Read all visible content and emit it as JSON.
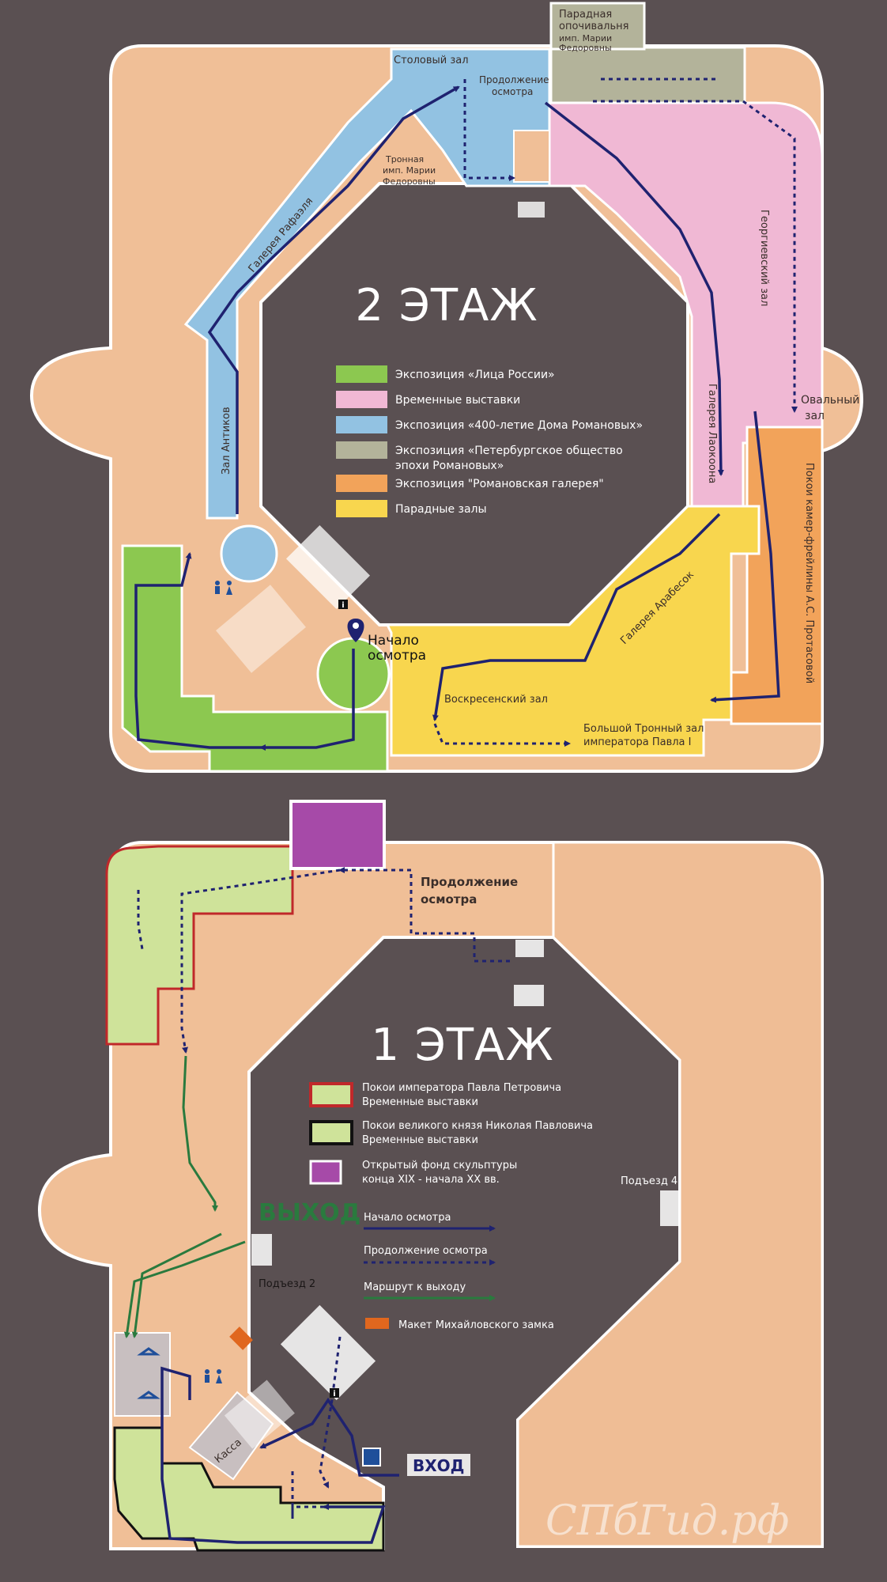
{
  "floor2": {
    "title": "2 ЭТАЖ",
    "start_label_1": "Начало",
    "start_label_2": "осмотра",
    "rooms": {
      "stolovy": "Столовый зал",
      "opochivalnya_1": "Парадная",
      "opochivalnya_2": "опочивальня",
      "opochivalnya_3": "имп. Марии",
      "opochivalnya_4": "Федоровны",
      "continue_1": "Продолжение",
      "continue_2": "осмотра",
      "tronnaya_1": "Тронная",
      "tronnaya_2": "имп. Марии",
      "tronnaya_3": "Федоровны",
      "rafael": "Галерея Рафаэля",
      "antikov": "Зал Антиков",
      "georgievsky": "Георгиевский зал",
      "ovalny_1": "Овальный",
      "ovalny_2": "зал",
      "laokoon": "Галерея Лаокоона",
      "protasova": "Покои камер-фрейлины А.С. Протасовой",
      "arabesok": "Галерея Арабесок",
      "voskresensky": "Воскресенский зал",
      "bolshoy_1": "Большой Тронный зал",
      "bolshoy_2": "императора Павла I"
    },
    "legend": [
      {
        "label": "Экспозиция «Лица России»",
        "color": "#8cc850"
      },
      {
        "label": "Временные выставки",
        "color": "#f0b8d4"
      },
      {
        "label": "Экспозиция «400-летие Дома Романовых»",
        "color": "#92c2e2"
      },
      {
        "label": "Экспозиция «Петербургское общество",
        "label2": "эпохи Романовых»",
        "color": "#b3b39a"
      },
      {
        "label": "Экспозиция \"Романовская галерея\"",
        "color": "#f2a35a"
      },
      {
        "label": "Парадные залы",
        "color": "#f8d64e"
      }
    ]
  },
  "floor1": {
    "title": "1 ЭТАЖ",
    "continue_1": "Продолжение",
    "continue_2": "осмотра",
    "exit_label": "ВЫХОД",
    "entrance_label": "ВХОД",
    "podezd2": "Подъезд 2",
    "podezd4": "Подъезд 4",
    "kassa": "Касса",
    "legend": [
      {
        "label": "Покои императора Павла Петровича",
        "label2": "Временные выставки",
        "color": "#cfe39a",
        "border": "#c0282a"
      },
      {
        "label": "Покои великого князя Николая Павловича",
        "label2": "Временные выставки",
        "color": "#cfe39a",
        "border": "#111111"
      },
      {
        "label": "Открытый фонд скульптуры",
        "label2": "конца XIX - начала XX вв.",
        "color": "#a64aa8",
        "border": "#ffffff"
      },
      {
        "label": "Начало осмотра",
        "kind": "solid-arrow",
        "color": "#1f2270"
      },
      {
        "label": "Продолжение осмотра",
        "kind": "dashed-arrow",
        "color": "#1f2270"
      },
      {
        "label": "Маршрут к выходу",
        "kind": "green-arrow",
        "color": "#2a7a3e"
      },
      {
        "label": "Макет Михайловского замка",
        "kind": "swatch",
        "color": "#e0671e"
      }
    ]
  },
  "watermark": "СПбГид.рф",
  "colors": {
    "background": "#5a5052",
    "building": "#f0bf97",
    "route": "#1f2270",
    "exit_route": "#2a7a3e"
  }
}
